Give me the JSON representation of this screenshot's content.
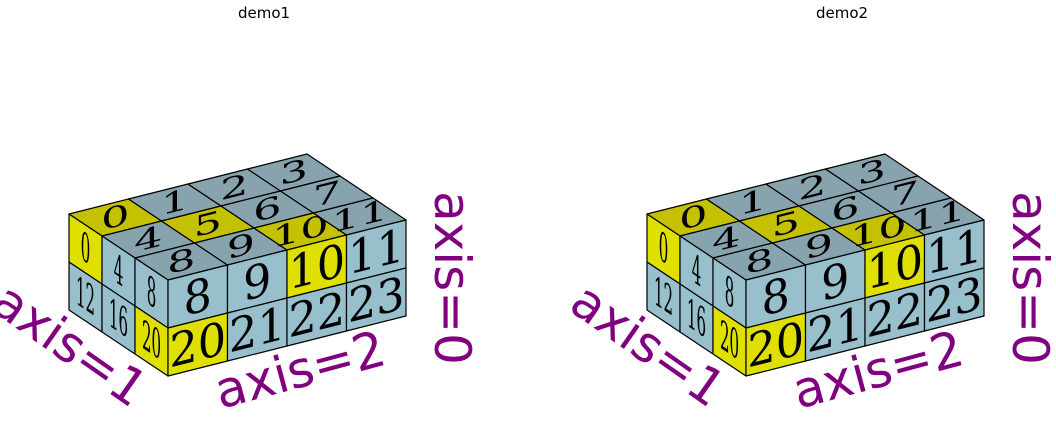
{
  "colors": {
    "axis_label": "#800080",
    "top_default": "#87a3ae",
    "top_highlight": "#c3c101",
    "side_default": "#97bfcc",
    "side_highlight": "#e0e000",
    "edge": "#000000"
  },
  "cube_shape": [
    2,
    3,
    4
  ],
  "panels": [
    {
      "title": "demo1",
      "axis_labels": {
        "axis0": "axis=0",
        "axis1": "axis=1",
        "axis2": "axis=2"
      },
      "highlighted": [
        0,
        5,
        10,
        20
      ],
      "top_cells": [
        "0",
        "1",
        "2",
        "3",
        "4",
        "5",
        "6",
        "7",
        "8",
        "9",
        "10",
        "11"
      ],
      "left_cells": [
        "0",
        "4",
        "8",
        "12",
        "16",
        "20"
      ],
      "front_cells": [
        "8",
        "9",
        "10",
        "11",
        "20",
        "21",
        "22",
        "23"
      ]
    },
    {
      "title": "demo2",
      "axis_labels": {
        "axis0": "axis=0",
        "axis1": "axis=1",
        "axis2": "axis=2"
      },
      "highlighted": [
        0,
        5,
        10,
        20
      ],
      "top_cells": [
        "0",
        "1",
        "2",
        "3",
        "4",
        "5",
        "6",
        "7",
        "8",
        "9",
        "10",
        "11"
      ],
      "left_cells": [
        "0",
        "4",
        "8",
        "12",
        "16",
        "20"
      ],
      "front_cells": [
        "8",
        "9",
        "10",
        "11",
        "20",
        "21",
        "22",
        "23"
      ]
    }
  ]
}
